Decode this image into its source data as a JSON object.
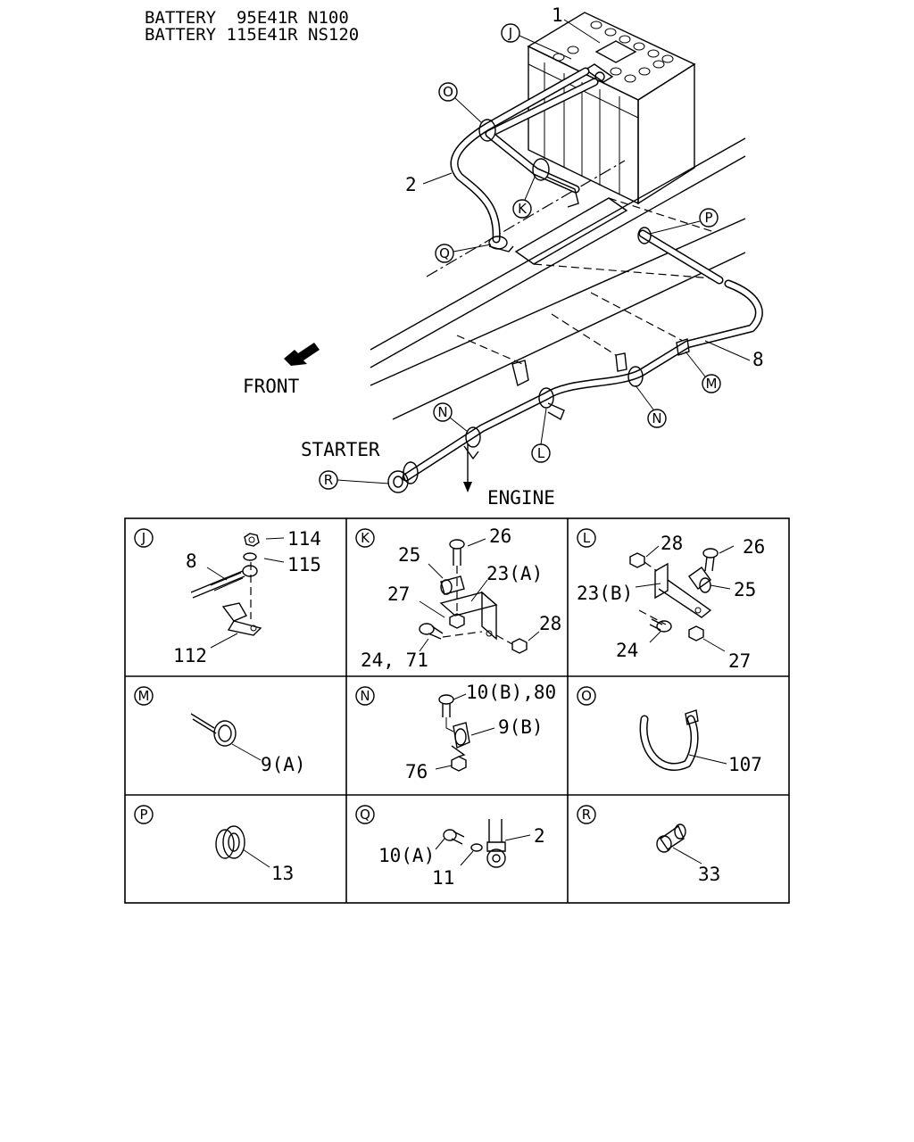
{
  "header": {
    "line1": "BATTERY  95E41R N100",
    "line2": "BATTERY 115E41R NS120"
  },
  "labels": {
    "front": "FRONT",
    "starter": "STARTER",
    "engine": "ENGINE"
  },
  "main_parts": {
    "p1": "1",
    "p2": "2",
    "p8": "8"
  },
  "callouts": {
    "J": "J",
    "O": "O",
    "K": "K",
    "Q": "Q",
    "P": "P",
    "M": "M",
    "N": "N",
    "L": "L",
    "R": "R"
  },
  "detail_cells": {
    "J": {
      "tag": "J",
      "parts": [
        "114",
        "115",
        "8",
        "112"
      ]
    },
    "K": {
      "tag": "K",
      "parts": [
        "26",
        "25",
        "23(A)",
        "27",
        "28",
        "24, 71"
      ]
    },
    "L": {
      "tag": "L",
      "parts": [
        "28",
        "26",
        "23(B)",
        "25",
        "24",
        "27"
      ]
    },
    "M": {
      "tag": "M",
      "parts": [
        "9(A)"
      ]
    },
    "N": {
      "tag": "N",
      "parts": [
        "10(B),80",
        "9(B)",
        "76"
      ]
    },
    "O": {
      "tag": "O",
      "parts": [
        "107"
      ]
    },
    "P": {
      "tag": "P",
      "parts": [
        "13"
      ]
    },
    "Q": {
      "tag": "Q",
      "parts": [
        "2",
        "10(A)",
        "11"
      ]
    },
    "R": {
      "tag": "R",
      "parts": [
        "33"
      ]
    }
  }
}
